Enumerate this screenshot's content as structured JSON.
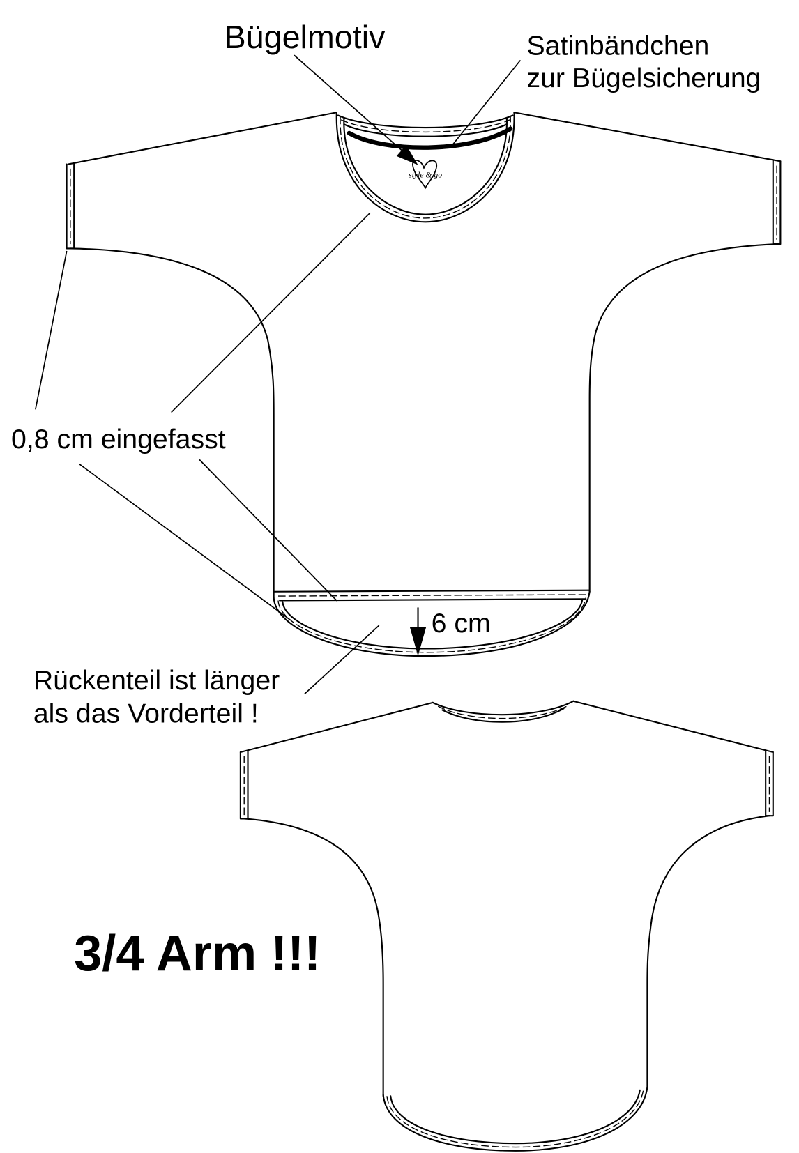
{
  "labels": {
    "bugelmotiv": "Bügelmotiv",
    "satin_line1": "Satinbändchen",
    "satin_line2": "zur Bügelsicherung",
    "binding": "0,8 cm eingefasst",
    "hem_difference": "6 cm",
    "back_longer_line1": "Rückenteil ist länger",
    "back_longer_line2": "als das Vorderteil !",
    "sleeve_note": "3/4 Arm !!!"
  },
  "logo": {
    "text": "style & go",
    "icon": "heart-outline-icon"
  },
  "colors": {
    "line": "#000000",
    "background": "#ffffff"
  }
}
